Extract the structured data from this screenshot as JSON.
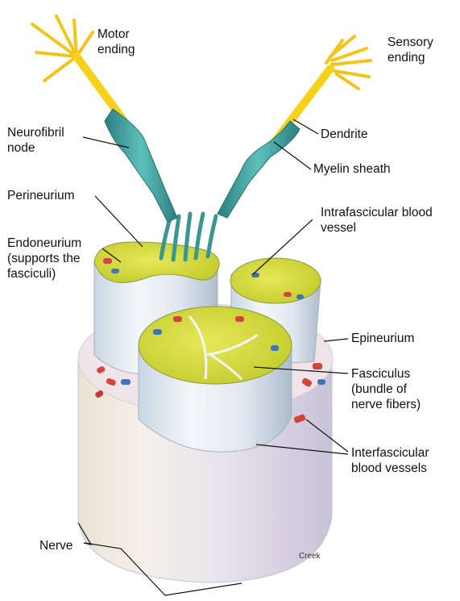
{
  "labels": {
    "motor_ending": "Motor\nending",
    "sensory_ending": "Sensory\nending",
    "neurofibril_node": "Neurofibril\nnode",
    "dendrite": "Dendrite",
    "myelin_sheath": "Myelin sheath",
    "perineurium": "Perineurium",
    "intrafascicular_blood_vessel": "Intrafascicular blood\nvessel",
    "endoneurium": "Endoneurium\n(supports the\nfasciculi)",
    "epineurium": "Epineurium",
    "fasciculus": "Fasciculus\n(bundle of\nnerve fibers)",
    "interfascicular_blood_vessels": "Interfascicular\nblood vessels",
    "nerve": "Nerve"
  },
  "credit": "Creek",
  "colors": {
    "axon": "#f5d11a",
    "myelin": "#3fa3a0",
    "fascicle_top": "#d9df3a",
    "fascicle_side": "#e6eef4",
    "epineurium": "#f1e6ea",
    "nerve_body": "#ece8e0",
    "vessel_red": "#d2453d",
    "vessel_blue": "#3f74b6"
  }
}
